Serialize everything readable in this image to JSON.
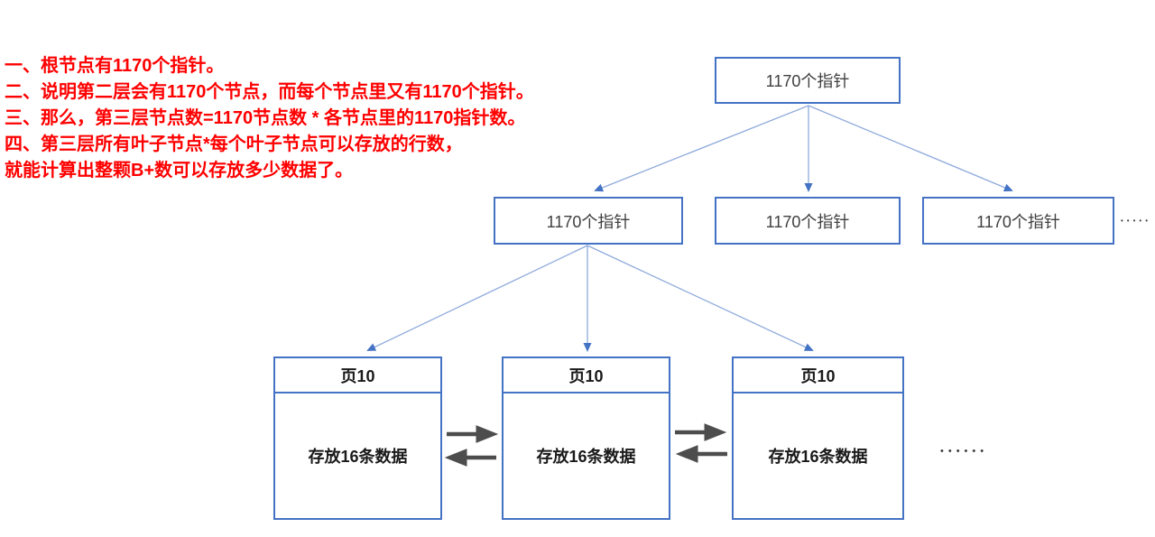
{
  "annotation": {
    "color": "#ff0000",
    "lines": [
      "一、根节点有1170个指针。",
      "二、说明第二层会有1170个节点，而每个节点里又有1170个指针。",
      "三、那么，第三层节点数=1170节点数 * 各节点里的1170指针数。",
      "四、第三层所有叶子节点*每个叶子节点可以存放的行数，",
      "就能计算出整颗B+数可以存放多少数据了。"
    ]
  },
  "tree": {
    "root": {
      "label": "1170个指针"
    },
    "level2": [
      {
        "label": "1170个指针"
      },
      {
        "label": "1170个指针"
      },
      {
        "label": "1170个指针"
      }
    ],
    "level2_ellipsis": "•••••",
    "leaves": [
      {
        "header": "页10",
        "body": "存放16条数据"
      },
      {
        "header": "页10",
        "body": "存放16条数据"
      },
      {
        "header": "页10",
        "body": "存放16条数据"
      }
    ],
    "leaf_ellipsis": "••••••"
  },
  "colors": {
    "box_border": "#4472c4",
    "connector_line": "#8faadc",
    "connector_arrowhead": "#4472c4",
    "leaf_link_arrow": "#4d4d4d",
    "annotation_text": "#ff0000",
    "node_text": "#3f3f3f",
    "leaf_text": "#1a1a1a"
  }
}
